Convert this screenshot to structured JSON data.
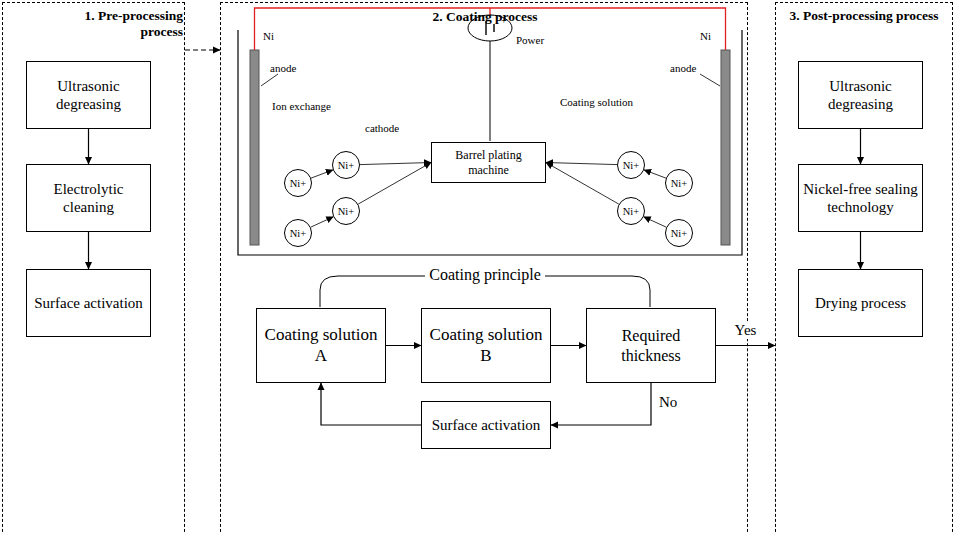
{
  "diagram": {
    "nodes": [
      {
        "text": [
          "1. Pre-processing process"
        ]
      },
      {
        "text": [
          "Ultrasonic degreasing"
        ],
        "in": 0
      },
      {
        "text": [
          "Electrolytic cleaning"
        ],
        "in": 0
      },
      {
        "text": [
          "Surface activation"
        ],
        "in": 0
      },
      {
        "text": [
          "2. Coating process"
        ]
      },
      {
        "text": [
          "Barrel plating machine"
        ],
        "in": 4
      },
      {
        "text": [
          "Ni+"
        ],
        "in": 4
      },
      {
        "text": [
          "Ni+"
        ],
        "in": 4
      },
      {
        "text": [
          "Ni+"
        ],
        "in": 4
      },
      {
        "text": [
          "Ni+"
        ],
        "in": 4
      },
      {
        "text": [
          "Ni+"
        ],
        "in": 4
      },
      {
        "text": [
          "Ni+"
        ],
        "in": 4
      },
      {
        "text": [
          "Ni+"
        ],
        "in": 4
      },
      {
        "text": [
          "Ni+"
        ],
        "in": 4
      },
      {
        "text": [
          "Coating solution A"
        ],
        "in": 4
      },
      {
        "text": [
          "Coating solution B"
        ],
        "in": 4
      },
      {
        "text": [
          "Required thickness"
        ],
        "in": 4
      },
      {
        "text": [
          "Surface activation"
        ],
        "in": 4
      },
      {
        "text": [
          "3. Post-processing process"
        ]
      },
      {
        "text": [
          "Ultrasonic degreasing"
        ],
        "in": 18
      },
      {
        "text": [
          "Nickel-free sealing technology"
        ],
        "in": 18
      },
      {
        "text": [
          "Drying process"
        ],
        "in": 18
      }
    ],
    "edges": [
      {
        "from": 1,
        "to": 2,
        "arrow": "to"
      },
      {
        "from": 2,
        "to": 3,
        "arrow": "to"
      },
      {
        "from": 0,
        "to": 4,
        "arrow": "to"
      },
      {
        "from": 14,
        "to": 15,
        "arrow": "to"
      },
      {
        "from": 15,
        "to": 16,
        "arrow": "to"
      },
      {
        "from": 16,
        "to": 17,
        "label": "No",
        "arrow": "to"
      },
      {
        "from": 17,
        "to": 14,
        "arrow": "to"
      },
      {
        "from": 16,
        "to": 18,
        "label": "Yes",
        "arrow": "to"
      },
      {
        "from": 19,
        "to": 20,
        "arrow": "to"
      },
      {
        "from": 20,
        "to": 21,
        "arrow": "to"
      },
      {
        "from": 6,
        "to": 5,
        "arrow": "to"
      },
      {
        "from": 7,
        "to": 5,
        "arrow": "to"
      },
      {
        "from": 10,
        "to": 5,
        "arrow": "to"
      },
      {
        "from": 11,
        "to": 5,
        "arrow": "to"
      },
      {
        "from": 8,
        "to": 6,
        "arrow": "to"
      },
      {
        "from": 9,
        "to": 7,
        "arrow": "to"
      },
      {
        "from": 12,
        "to": 10,
        "arrow": "to"
      },
      {
        "from": 13,
        "to": 11,
        "arrow": "to"
      }
    ],
    "labels": [
      "Ni",
      "Ni",
      "Power",
      "+",
      "-",
      "anode",
      "anode",
      "Ion exchange",
      "cathode",
      "Coating solution",
      "Coating principle"
    ]
  }
}
